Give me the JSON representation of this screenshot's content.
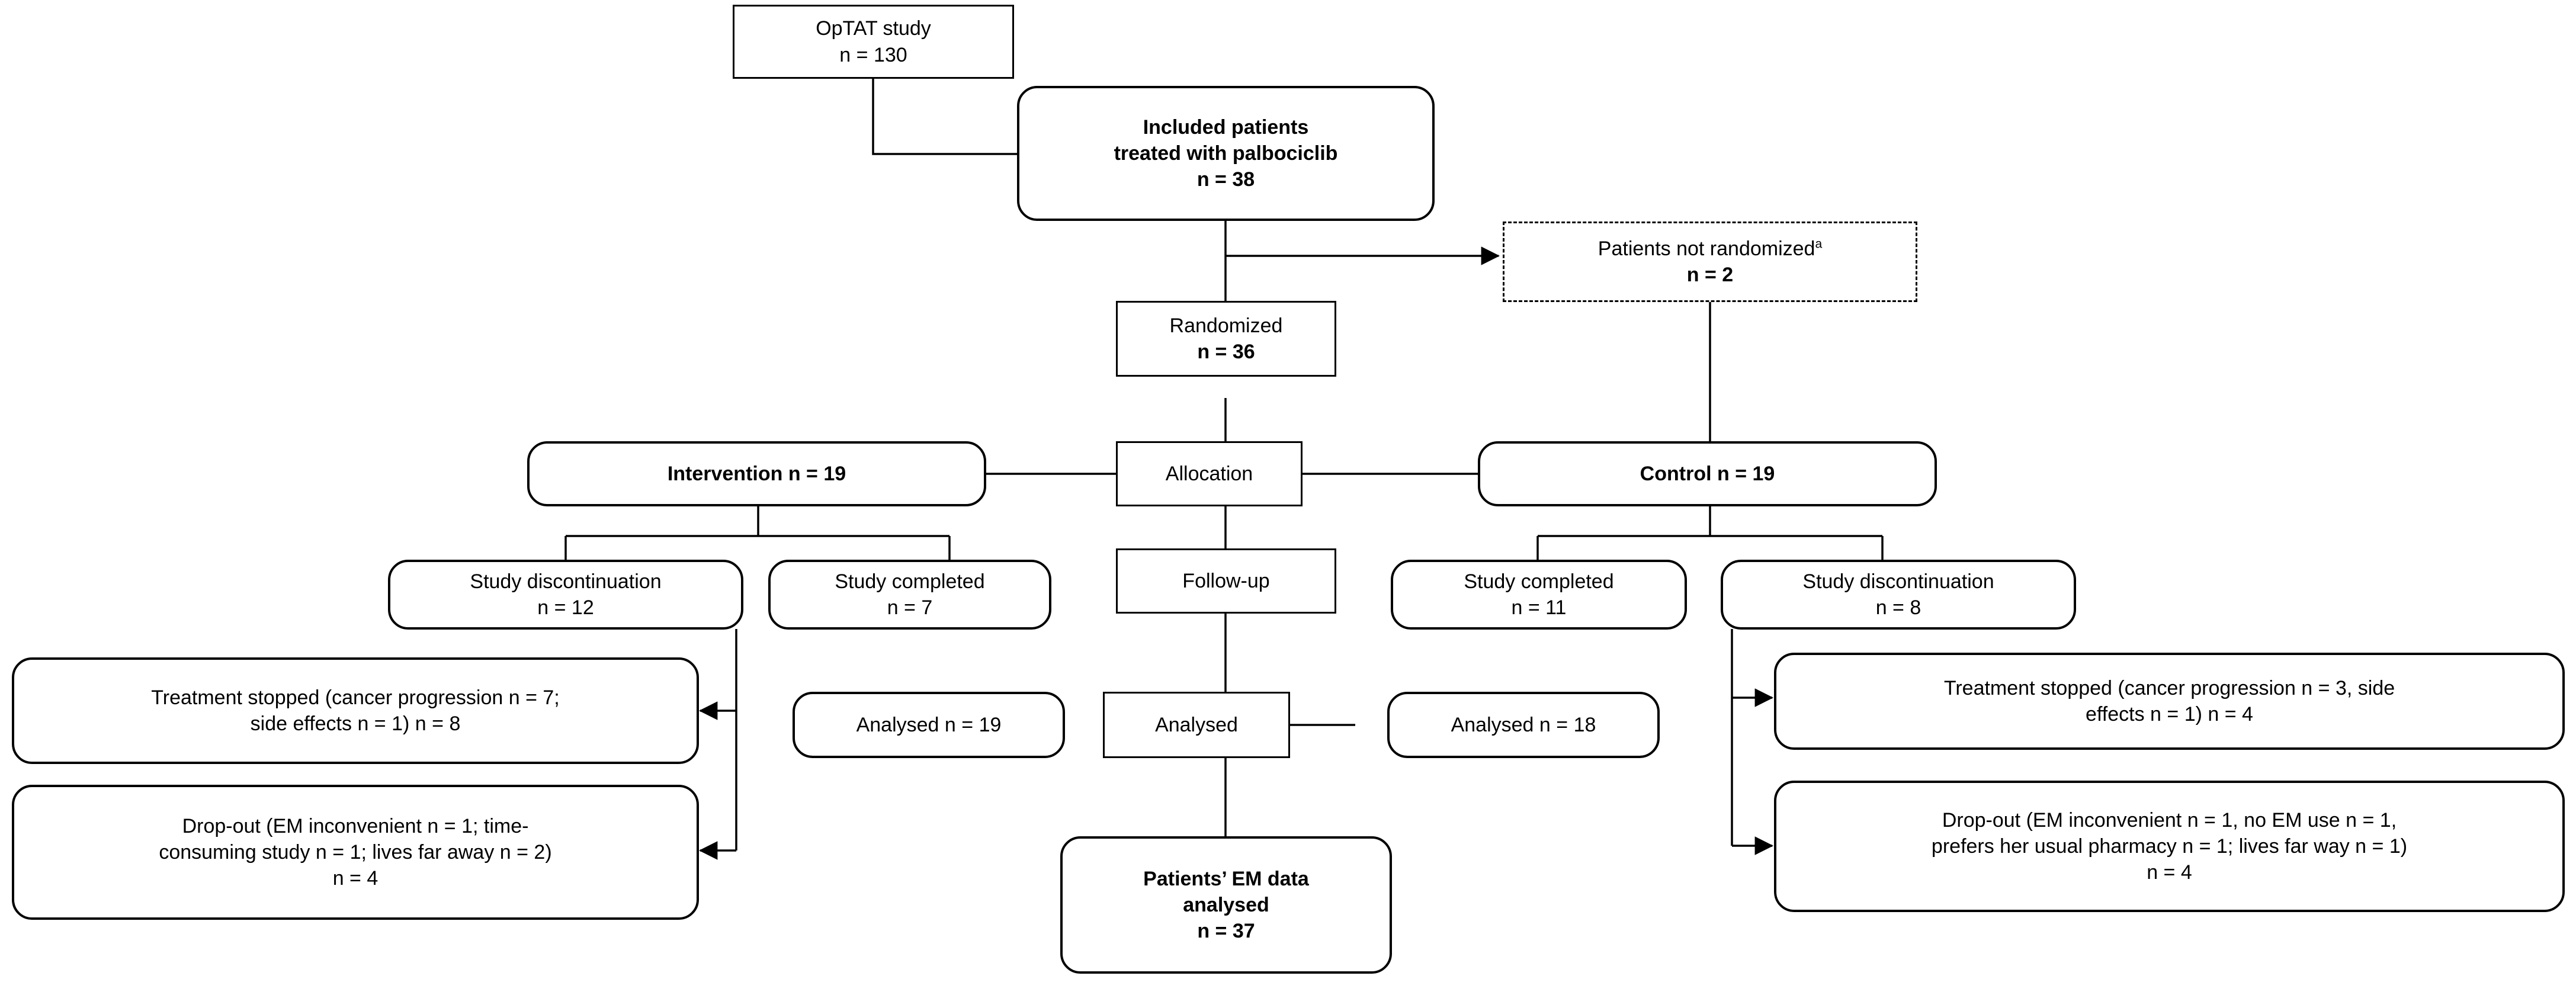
{
  "diagram": {
    "title": "CONSORT participant flow diagram",
    "colors": {
      "line": "#000000",
      "box_border": "#000000",
      "background": "#ffffff"
    },
    "nodes": {
      "optat_study": {
        "label": "OpTAT study",
        "count": "n = 130"
      },
      "included_patients": {
        "label_line1": "Included patients",
        "label_line2": "treated with palbociclib",
        "count": "n = 38"
      },
      "patients_not_randomized": {
        "label": "Patients not randomized",
        "footnote_marker": "a",
        "count": "n = 2"
      },
      "randomized": {
        "label": "Randomized",
        "count": "n = 36"
      },
      "allocation": {
        "label": "Allocation"
      },
      "intervention": {
        "label": "Intervention n = 19"
      },
      "control": {
        "label": "Control n = 19"
      },
      "intervention_discontinuation": {
        "label": "Study discontinuation",
        "count": "n = 12"
      },
      "intervention_completed": {
        "label": "Study completed",
        "count": "n = 7"
      },
      "control_completed": {
        "label": "Study completed",
        "count": "n = 11"
      },
      "control_discontinuation": {
        "label": "Study discontinuation",
        "count": "n = 8"
      },
      "follow_up": {
        "label": "Follow-up"
      },
      "intervention_treatment_stopped": {
        "line1": "Treatment stopped (cancer progression n = 7;",
        "line2": "side effects n = 1) n = 8"
      },
      "intervention_dropout": {
        "line1": "Drop-out (EM inconvenient n = 1; time-",
        "line2": "consuming study n = 1; lives far away n = 2)",
        "line3": "n = 4"
      },
      "control_treatment_stopped": {
        "line1": "Treatment stopped (cancer progression n = 3, side",
        "line2": "effects n = 1) n = 4"
      },
      "control_dropout": {
        "line1": "Drop-out (EM inconvenient n = 1, no EM use n = 1,",
        "line2": "prefers her usual pharmacy n = 1; lives far way n = 1)",
        "line3": "n = 4"
      },
      "analysed_center": {
        "label": "Analysed"
      },
      "analysed_intervention": {
        "label": "Analysed n = 19"
      },
      "analysed_control": {
        "label": "Analysed n = 18"
      },
      "em_data_analysed": {
        "line1": "Patients’ EM data",
        "line2": "analysed",
        "count": "n = 37"
      }
    }
  },
  "chart_data": {
    "type": "diagram",
    "title": "CONSORT flow of participants",
    "flow": [
      {
        "from": "optat_study",
        "to": "included_patients",
        "n": 130
      },
      {
        "from": "included_patients",
        "to": "randomized",
        "n": 38
      },
      {
        "from": "included_patients",
        "to": "patients_not_randomized",
        "n": 2,
        "arrow": true
      },
      {
        "from": "randomized",
        "to": "allocation",
        "n": 36
      },
      {
        "from": "allocation",
        "to": "intervention",
        "n": 19
      },
      {
        "from": "allocation",
        "to": "control",
        "n": 19
      },
      {
        "from": "patients_not_randomized",
        "to": "control",
        "n": 2
      },
      {
        "from": "intervention",
        "to": "intervention_discontinuation",
        "n": 12
      },
      {
        "from": "intervention",
        "to": "intervention_completed",
        "n": 7
      },
      {
        "from": "control",
        "to": "control_completed",
        "n": 11
      },
      {
        "from": "control",
        "to": "control_discontinuation",
        "n": 8
      },
      {
        "from": "intervention_discontinuation",
        "to": "intervention_treatment_stopped",
        "n": 8,
        "arrow": true
      },
      {
        "from": "intervention_discontinuation",
        "to": "intervention_dropout",
        "n": 4,
        "arrow": true
      },
      {
        "from": "control_discontinuation",
        "to": "control_treatment_stopped",
        "n": 4,
        "arrow": true
      },
      {
        "from": "control_discontinuation",
        "to": "control_dropout",
        "n": 4,
        "arrow": true
      },
      {
        "from": "allocation",
        "to": "follow_up"
      },
      {
        "from": "follow_up",
        "to": "analysed_center"
      },
      {
        "from": "analysed_center",
        "to": "analysed_intervention",
        "n": 19
      },
      {
        "from": "analysed_center",
        "to": "analysed_control",
        "n": 18
      },
      {
        "from": "analysed_center",
        "to": "em_data_analysed",
        "n": 37
      }
    ],
    "counts": {
      "screened": 130,
      "included": 38,
      "not_randomized": 2,
      "randomized": 36,
      "intervention": 19,
      "control": 19,
      "intervention_discontinued": 12,
      "intervention_completed": 7,
      "control_completed": 11,
      "control_discontinued": 8,
      "analysed_intervention": 19,
      "analysed_control": 18,
      "em_data_analysed": 37
    }
  }
}
